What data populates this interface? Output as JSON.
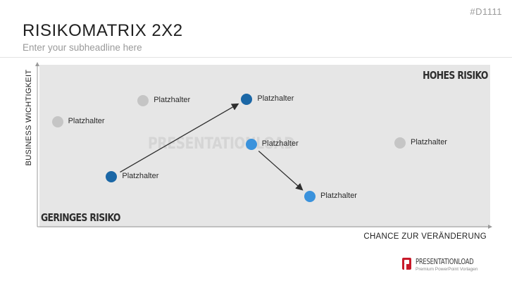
{
  "header": {
    "code": "#D1111",
    "title": "RISIKOMATRIX 2X2",
    "subtitle": "Enter your subheadline here"
  },
  "matrix": {
    "top_right_label": "HOHES RISIKO",
    "bottom_left_label": "GERINGES RISIKO",
    "y_axis_label": "BUSINESS WICHTIGKEIT",
    "x_axis_label": "CHANCE ZUR VERÄNDERUNG",
    "watermark": "PRESENTATIONLOAD",
    "points": [
      {
        "label": "Platzhalter",
        "x": 0.23,
        "y": 0.78,
        "color": "#c5c5c5"
      },
      {
        "label": "Platzhalter",
        "x": 0.46,
        "y": 0.79,
        "color": "#1b67a6"
      },
      {
        "label": "Platzhalter",
        "x": 0.04,
        "y": 0.65,
        "color": "#c5c5c5"
      },
      {
        "label": "Platzhalter",
        "x": 0.47,
        "y": 0.51,
        "color": "#3a92dc"
      },
      {
        "label": "Platzhalter",
        "x": 0.8,
        "y": 0.52,
        "color": "#c5c5c5"
      },
      {
        "label": "Platzhalter",
        "x": 0.16,
        "y": 0.31,
        "color": "#1b67a6"
      },
      {
        "label": "Platzhalter",
        "x": 0.6,
        "y": 0.19,
        "color": "#3a92dc"
      }
    ],
    "arrows": [
      {
        "from": 5,
        "to": 1
      },
      {
        "from": 3,
        "to": 6
      }
    ]
  },
  "footer": {
    "logo_text": "PRESENTATIONLOAD",
    "logo_tagline": "Premium PowerPoint Vorlagen"
  }
}
